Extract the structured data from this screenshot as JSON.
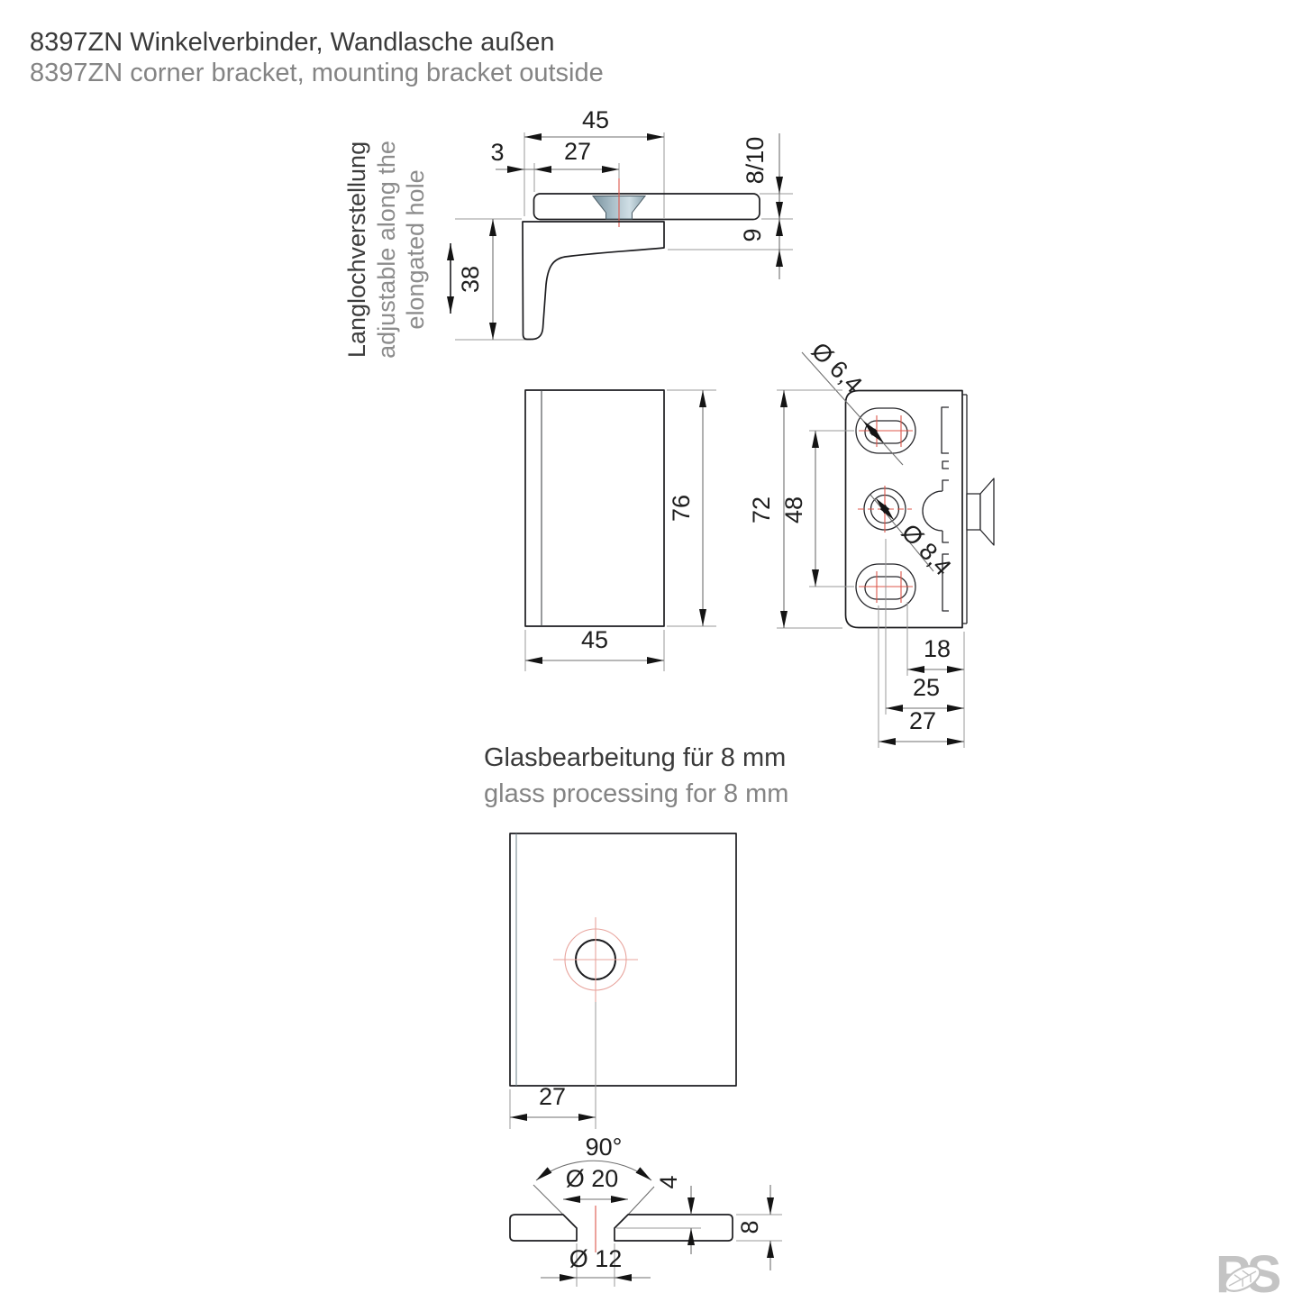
{
  "header": {
    "title_de": "8397ZN Winkelverbinder, Wandlasche außen",
    "title_en": "8397ZN corner bracket, mounting bracket outside"
  },
  "side": {
    "note1": "Langlochverstellung",
    "note2": "adjustable along the",
    "note3": "elongated hole",
    "d45": "45",
    "d3": "3",
    "d27": "27",
    "d810": "8/10",
    "d9": "9",
    "d38": "38"
  },
  "front": {
    "d76": "76",
    "d45": "45"
  },
  "back": {
    "d64": "Ø 6,4",
    "d84": "Ø 8,4",
    "d48": "48",
    "d72": "72",
    "d18": "18",
    "d25": "25",
    "d27": "27"
  },
  "glass": {
    "title_de": "Glasbearbeitung für 8 mm",
    "title_en": "glass processing for 8 mm",
    "d27": "27"
  },
  "section": {
    "d90": "90°",
    "d20": "Ø 20",
    "d4": "4",
    "d8": "8",
    "d12": "Ø 12"
  },
  "watermark": {
    "text": "PS"
  },
  "colors": {
    "glass_blue": "#a9ddf2",
    "glass_light": "#eef8fd",
    "metal_dark": "#565b60",
    "metal_light": "#d6d9da",
    "centerline_red": "#dd574b",
    "dim_gray": "#6f6f6f",
    "text_dark": "#1e1e1e",
    "text_gray": "#8c8c8c",
    "watermark_gray": "#c4c4c4"
  }
}
